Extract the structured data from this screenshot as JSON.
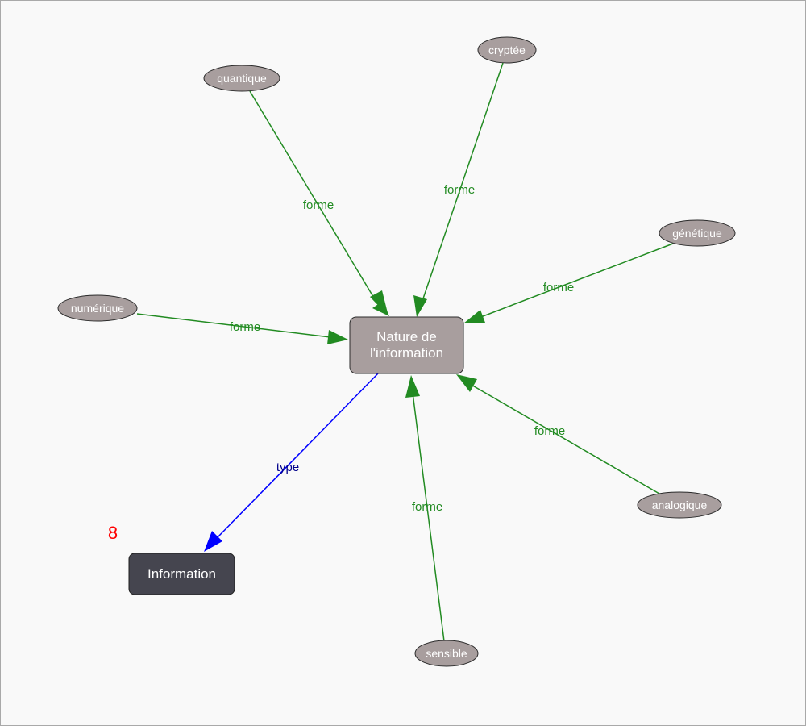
{
  "colors": {
    "background": "#f9f9f9",
    "border": "#a9a9a9",
    "forme_edge": "#228b22",
    "type_edge": "#0000ff",
    "type_label": "#00008b",
    "concept_node": "#a89e9e",
    "target_node": "#45454f",
    "counter": "#ff0000"
  },
  "counter": "8",
  "center_node": {
    "line1": "Nature de",
    "line2": "l'information"
  },
  "target_node": {
    "label": "Information"
  },
  "form_nodes": [
    {
      "label": "quantique"
    },
    {
      "label": "cryptée"
    },
    {
      "label": "génétique"
    },
    {
      "label": "numérique"
    },
    {
      "label": "analogique"
    },
    {
      "label": "sensible"
    }
  ],
  "edges": {
    "forme_label": "forme",
    "type_label": "type"
  }
}
